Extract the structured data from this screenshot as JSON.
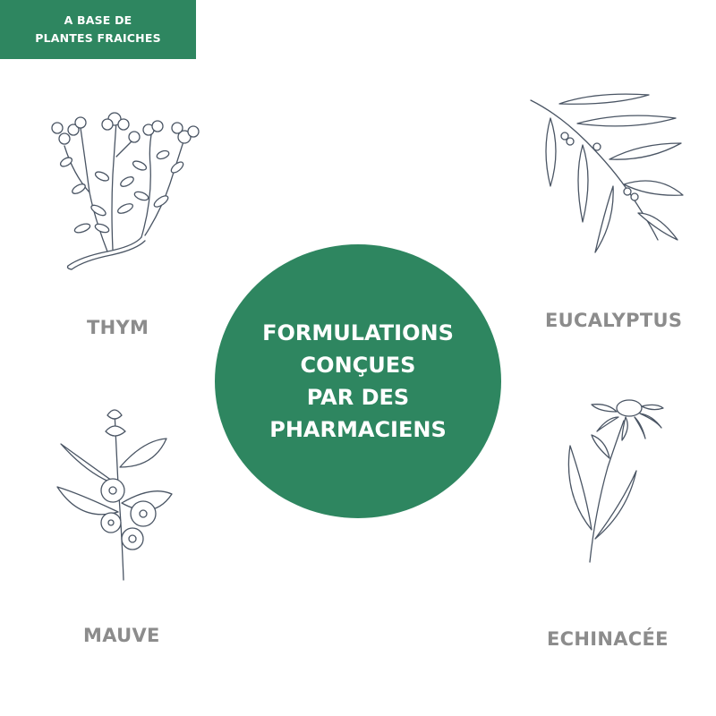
{
  "badge": {
    "line1": "A BASE DE",
    "line2": "PLANTES FRAICHES",
    "color": "#2e8660"
  },
  "center": {
    "lines": [
      "FORMULATIONS",
      "CONÇUES",
      "PAR DES",
      "PHARMACIENS"
    ],
    "color": "#2e8660"
  },
  "plants": [
    {
      "label": "THYM",
      "icon": "thyme-sketch-icon"
    },
    {
      "label": "EUCALYPTUS",
      "icon": "eucalyptus-sketch-icon"
    },
    {
      "label": "MAUVE",
      "icon": "mallow-sketch-icon"
    },
    {
      "label": "ECHINACÉE",
      "icon": "echinacea-sketch-icon"
    }
  ],
  "colors": {
    "accent": "#2e8660",
    "label_gray": "#8c8c8c",
    "sketch_line": "#4a5564"
  }
}
